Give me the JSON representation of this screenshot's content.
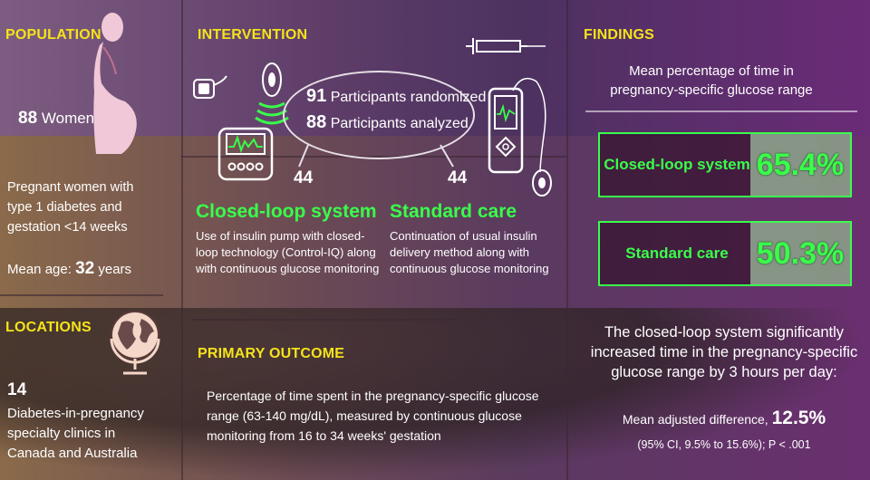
{
  "population": {
    "heading": "POPULATION",
    "women_count": "88",
    "women_label": "Women",
    "criteria": "Pregnant women with type 1 diabetes and gestation <14 weeks",
    "mean_age_label": "Mean age:",
    "mean_age_value": "32",
    "mean_age_unit": "years"
  },
  "locations": {
    "heading": "LOCATIONS",
    "count": "14",
    "description": "Diabetes-in-pregnancy specialty clinics in Canada and Australia"
  },
  "intervention": {
    "heading": "INTERVENTION",
    "randomized_count": "91",
    "randomized_label": "Participants randomized",
    "analyzed_count": "88",
    "analyzed_label": "Participants analyzed",
    "closed_loop_n": "44",
    "closed_loop_title": "Closed-loop system",
    "closed_loop_desc": "Use of insulin pump with closed-loop technology (Control-IQ) along with continuous glucose monitoring",
    "standard_n": "44",
    "standard_title": "Standard care",
    "standard_desc": "Continuation of usual insulin delivery method along with continuous glucose monitoring"
  },
  "primary_outcome": {
    "heading": "PRIMARY OUTCOME",
    "description": "Percentage of time spent in the pregnancy-specific glucose range (63-140 mg/dL), measured by continuous glucose monitoring from 16 to 34 weeks' gestation"
  },
  "findings": {
    "heading": "FINDINGS",
    "header": "Mean percentage of time in pregnancy-specific glucose range",
    "closed_loop_label": "Closed-loop system",
    "closed_loop_value": "65.4%",
    "standard_label": "Standard care",
    "standard_value": "50.3%",
    "conclusion": "The closed-loop system significantly increased time in the pregnancy-specific glucose range by 3 hours per day:",
    "mad_label": "Mean adjusted difference,",
    "mad_value": "12.5%",
    "ci": "(95% CI, 9.5% to 15.6%); P < .001"
  },
  "colors": {
    "heading": "#f5e31a",
    "accent_green": "#39ff4a"
  },
  "icons": [
    "pregnant-woman-icon",
    "globe-icon",
    "insulin-pump-icon",
    "cgm-sensor-icon",
    "syringe-icon",
    "phone-pump-icon"
  ]
}
